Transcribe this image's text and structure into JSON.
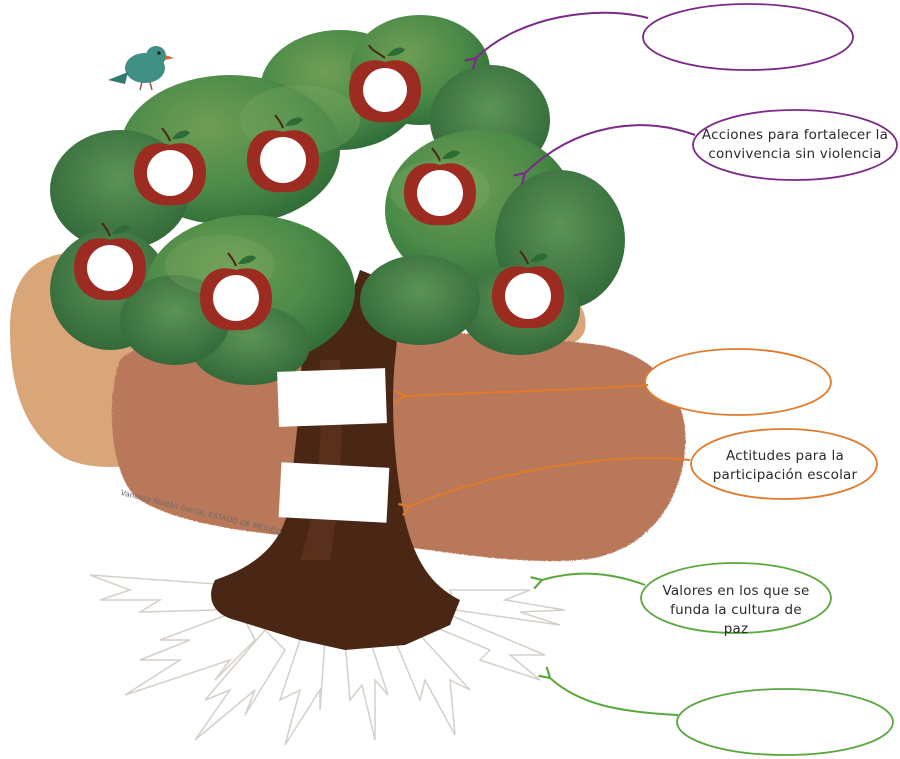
{
  "callouts": {
    "purple_top": "",
    "purple_mid": "Acciones para fortalecer la convivencia sin violencia",
    "orange_top": "",
    "orange_mid": "Actitudes para la participación escolar",
    "green_top": "Valores en los que se funda la cultura de paz",
    "green_bottom": ""
  },
  "credit": "Vanessa Roldán García, ESTADO DE MÉXICO",
  "colors": {
    "purple": "#7a2b86",
    "orange": "#e07a2c",
    "green": "#5aa83e",
    "leaf_dark": "#2f6b36",
    "leaf_mid": "#4a8a48",
    "leaf_light": "#6f9e55",
    "trunk": "#4a2614",
    "soil_light": "#d9a679",
    "soil_dark": "#b9785a",
    "apple": "#9c2b22",
    "bird": "#3f8f84"
  }
}
